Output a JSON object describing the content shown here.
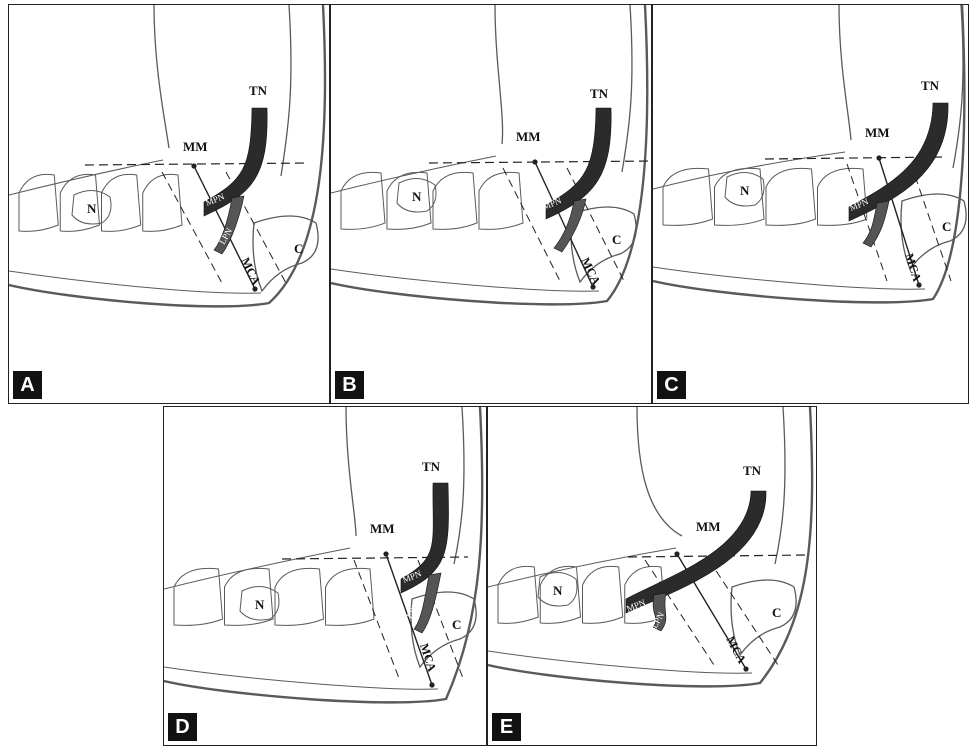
{
  "labels": {
    "tn": "TN",
    "mm": "MM",
    "n": "N",
    "c": "C",
    "mpn": "MPN",
    "lpn": "LPN",
    "mca": "MCA"
  },
  "panels": [
    {
      "id": "A"
    },
    {
      "id": "B"
    },
    {
      "id": "C"
    },
    {
      "id": "D"
    },
    {
      "id": "E"
    }
  ],
  "colors": {
    "nerve": "#2b2b2b",
    "outline": "#5a5a5a",
    "line": "#222222"
  }
}
